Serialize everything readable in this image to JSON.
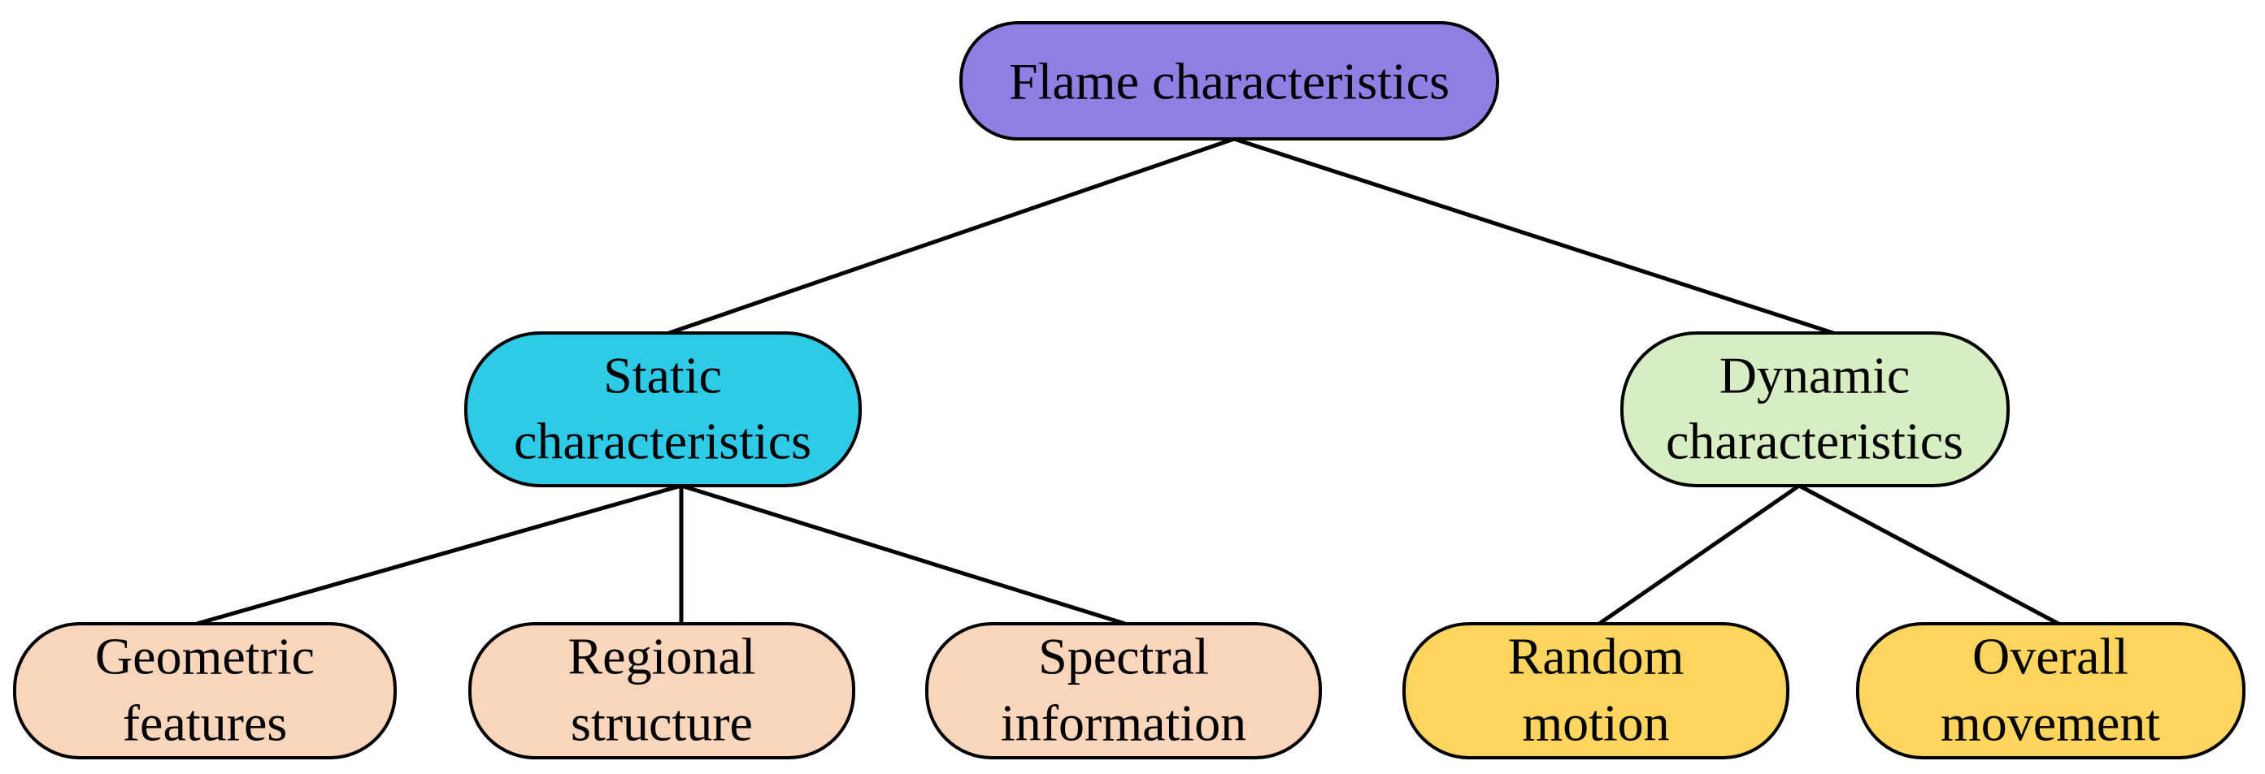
{
  "colors": {
    "root": "#8f7fe3",
    "static": "#2ecbe8",
    "dynamic": "#d7edc2",
    "static_leaf": "#f8d5bb",
    "dynamic_leaf": "#fcd55e"
  },
  "root": {
    "label": "Flame characteristics"
  },
  "branches": [
    {
      "line1": "Static",
      "line2": "characteristics",
      "leaves": [
        {
          "line1": "Geometric",
          "line2": "features"
        },
        {
          "line1": "Regional",
          "line2": "structure"
        },
        {
          "line1": "Spectral",
          "line2": "information"
        }
      ]
    },
    {
      "line1": "Dynamic",
      "line2": "characteristics",
      "leaves": [
        {
          "line1": "Random",
          "line2": "motion"
        },
        {
          "line1": "Overall",
          "line2": "movement"
        }
      ]
    }
  ]
}
